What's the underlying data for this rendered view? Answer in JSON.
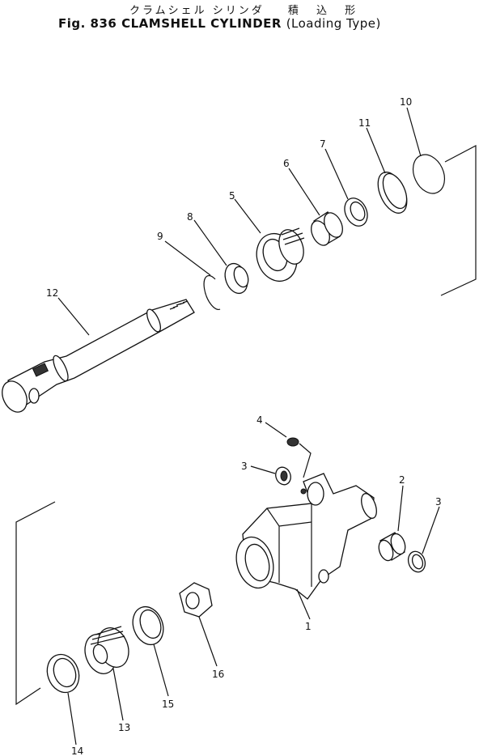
{
  "title": {
    "japanese": "クラムシェル シリンダ",
    "japanese_note": "積 込 形",
    "figure_no": "Fig. 836",
    "name": "CLAMSHELL CYLINDER",
    "subtitle": "(Loading Type)"
  },
  "callouts": [
    {
      "id": "c1",
      "label": "1"
    },
    {
      "id": "c2",
      "label": "2"
    },
    {
      "id": "c3a",
      "label": "3"
    },
    {
      "id": "c3b",
      "label": "3"
    },
    {
      "id": "c4",
      "label": "4"
    },
    {
      "id": "c5",
      "label": "5"
    },
    {
      "id": "c6",
      "label": "6"
    },
    {
      "id": "c7",
      "label": "7"
    },
    {
      "id": "c8",
      "label": "8"
    },
    {
      "id": "c9",
      "label": "9"
    },
    {
      "id": "c10",
      "label": "10"
    },
    {
      "id": "c11",
      "label": "11"
    },
    {
      "id": "c12",
      "label": "12"
    },
    {
      "id": "c13",
      "label": "13"
    },
    {
      "id": "c14",
      "label": "14"
    },
    {
      "id": "c15",
      "label": "15"
    },
    {
      "id": "c16",
      "label": "16"
    }
  ]
}
